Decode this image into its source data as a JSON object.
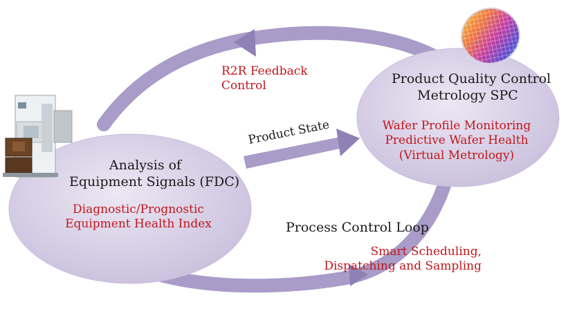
{
  "colors": {
    "loop": "#a99cc8",
    "loop_dark": "#8f80b6",
    "ellipse_fill": "#ddd6ea",
    "ellipse_edge": "#c9bfdd",
    "title_text": "#1a1a1a",
    "highlight_text": "#c0161c"
  },
  "icons": {
    "equipment": "semiconductor-equipment-icon",
    "wafer": "wafer-icon"
  },
  "fdc_node": {
    "title_line1": "Analysis of",
    "title_line2": "Equipment Signals (FDC)",
    "detail_line1": "Diagnostic/Prognostic",
    "detail_line2": "Equipment Health Index"
  },
  "quality_node": {
    "title_line1": "Product Quality Control",
    "title_line2": "Metrology SPC",
    "detail_line1": "Wafer Profile Monitoring",
    "detail_line2": "Predictive Wafer Health",
    "detail_line3": "(Virtual Metrology)"
  },
  "feedback": {
    "line1": "R2R Feedback",
    "line2": "Control"
  },
  "product_state_label": "Product State",
  "loop_label": "Process Control Loop",
  "scheduling": {
    "line1": "Smart Scheduling,",
    "line2": "Dispatching and Sampling"
  }
}
